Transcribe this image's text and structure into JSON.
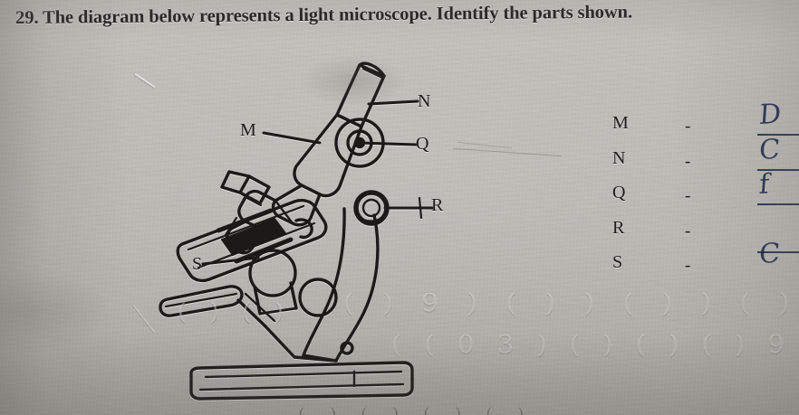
{
  "page": {
    "background_color": "#b9b6b1",
    "ink_color": "#1d1b19",
    "handwriting_color": "#1d2a4d"
  },
  "question": {
    "number": "29.",
    "text": "29. The diagram below represents a light microscope. Identify the parts shown."
  },
  "diagram": {
    "subject": "light microscope",
    "callouts": [
      {
        "letter": "M",
        "part_hint": "body tube"
      },
      {
        "letter": "N",
        "part_hint": "eyepiece"
      },
      {
        "letter": "Q",
        "part_hint": "coarse adjustment knob"
      },
      {
        "letter": "R",
        "part_hint": "fine adjustment knob"
      },
      {
        "letter": "S",
        "part_hint": "stage"
      }
    ]
  },
  "answer_list": {
    "rows": [
      {
        "letter": "M",
        "dash": "-",
        "answer_visible": "D"
      },
      {
        "letter": "N",
        "dash": "-",
        "answer_visible": "C"
      },
      {
        "letter": "Q",
        "dash": "-",
        "answer_visible": "f"
      },
      {
        "letter": "R",
        "dash": "-",
        "answer_visible": ""
      },
      {
        "letter": "S",
        "dash": "-",
        "answer_visible": "C"
      }
    ]
  },
  "marginalia": {
    "bleed_line_1": "( ) 9 )   ( ) )  ( )  ) ( )",
    "bleed_line_2": "( ( 0 3 ) ( ) ( ) ( ) 9",
    "bleed_left": "( ) ( )",
    "bottom_cut_text": "( ) ( ) ( ) ( )"
  }
}
